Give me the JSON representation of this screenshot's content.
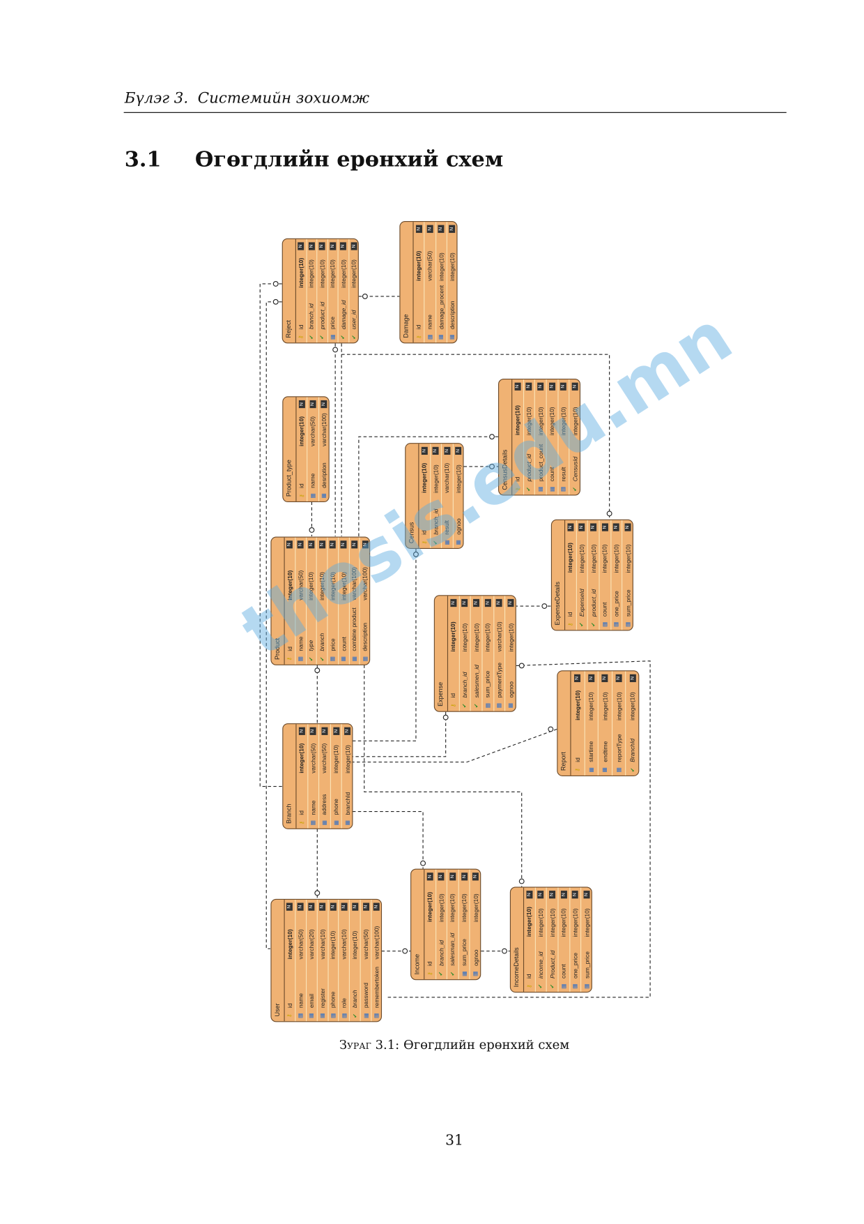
{
  "header": {
    "chapter": "Бүлэг 3.",
    "title": "Системийн зохиомж"
  },
  "section": {
    "number": "3.1",
    "title": "Өгөгдлийн ерөнхий схем"
  },
  "figure": {
    "label": "Зураг 3.1:",
    "caption": "Өгөгдлийн ерөнхий схем"
  },
  "page_number": "31",
  "watermark": "thesis.edu.mn",
  "diagram": {
    "tables": [
      {
        "name": "Reject",
        "cols": [
          [
            "id",
            "integer(10)",
            "pk"
          ],
          [
            "branch_id",
            "integer(10)",
            "fk"
          ],
          [
            "product_id",
            "integer(10)",
            "fk"
          ],
          [
            "price",
            "integer(10)",
            "col"
          ],
          [
            "damage_id",
            "integer(10)",
            "fk"
          ],
          [
            "user_id",
            "integer(10)",
            "fk"
          ]
        ]
      },
      {
        "name": "Damage",
        "cols": [
          [
            "id",
            "integer(10)",
            "pk"
          ],
          [
            "name",
            "varchar(50)",
            "col"
          ],
          [
            "damage_procent",
            "integer(10)",
            "col"
          ],
          [
            "description",
            "integer(10)",
            "col"
          ]
        ]
      },
      {
        "name": "Product_type",
        "cols": [
          [
            "id",
            "integer(10)",
            "pk"
          ],
          [
            "name",
            "varchar(50)",
            "col"
          ],
          [
            "desription",
            "varchar(100)",
            "col"
          ]
        ]
      },
      {
        "name": "Product",
        "cols": [
          [
            "id",
            "integer(10)",
            "pk"
          ],
          [
            "name",
            "varchar(50)",
            "col"
          ],
          [
            "type",
            "integer(10)",
            "fk"
          ],
          [
            "branch",
            "integer(10)",
            "fk"
          ],
          [
            "price",
            "integer(10)",
            "col"
          ],
          [
            "count",
            "integer(10)",
            "col"
          ],
          [
            "combine product",
            "varchar(100)",
            "col"
          ],
          [
            "description",
            "varchar(100)",
            "col"
          ]
        ]
      },
      {
        "name": "Census",
        "cols": [
          [
            "id",
            "integer(10)",
            "pk"
          ],
          [
            "branch_id",
            "integer(10)",
            "fk"
          ],
          [
            "result",
            "varchar(10)",
            "col"
          ],
          [
            "ognoo",
            "integer(10)",
            "col"
          ]
        ]
      },
      {
        "name": "CensusDetails",
        "cols": [
          [
            "id",
            "integer(10)",
            "pk"
          ],
          [
            "product_id",
            "integer(10)",
            "fk"
          ],
          [
            "product_count",
            "integer(10)",
            "col"
          ],
          [
            "count",
            "integer(10)",
            "col"
          ],
          [
            "result",
            "integer(10)",
            "col"
          ],
          [
            "CensusId",
            "integer(10)",
            "fk"
          ]
        ]
      },
      {
        "name": "ExpenseDetails",
        "cols": [
          [
            "id",
            "integer(10)",
            "pk"
          ],
          [
            "ExpenseId",
            "integer(10)",
            "fk"
          ],
          [
            "product_id",
            "integer(10)",
            "fk"
          ],
          [
            "count",
            "integer(10)",
            "col"
          ],
          [
            "one_price",
            "integer(10)",
            "col"
          ],
          [
            "sum_price",
            "integer(10)",
            "col"
          ]
        ]
      },
      {
        "name": "Expense",
        "cols": [
          [
            "id",
            "integer(10)",
            "pk"
          ],
          [
            "branch_id",
            "integer(10)",
            "fk"
          ],
          [
            "salesmen_id",
            "integer(10)",
            "fk"
          ],
          [
            "sum_price",
            "integer(10)",
            "col"
          ],
          [
            "paymentType",
            "varchar(10)",
            "col"
          ],
          [
            "ognoo",
            "integer(10)",
            "col"
          ]
        ]
      },
      {
        "name": "Report",
        "cols": [
          [
            "id",
            "integer(10)",
            "pk"
          ],
          [
            "startime",
            "integer(10)",
            "col"
          ],
          [
            "endtime",
            "integer(10)",
            "col"
          ],
          [
            "reportType",
            "integer(10)",
            "col"
          ],
          [
            "BranchId",
            "integer(10)",
            "fk"
          ]
        ]
      },
      {
        "name": "Branch",
        "cols": [
          [
            "id",
            "integer(10)",
            "pk"
          ],
          [
            "name",
            "varchar(50)",
            "col"
          ],
          [
            "address",
            "varchar(50)",
            "col"
          ],
          [
            "phone",
            "integer(10)",
            "col"
          ],
          [
            "branchId",
            "integer(10)",
            "col"
          ]
        ]
      },
      {
        "name": "User",
        "cols": [
          [
            "id",
            "integer(10)",
            "pk"
          ],
          [
            "name",
            "varchar(50)",
            "col"
          ],
          [
            "email",
            "varchar(20)",
            "col"
          ],
          [
            "register",
            "varchar(10)",
            "col"
          ],
          [
            "phone",
            "integer(10)",
            "col"
          ],
          [
            "role",
            "varchar(10)",
            "col"
          ],
          [
            "branch",
            "integer(10)",
            "fk"
          ],
          [
            "password",
            "varchar(50)",
            "col"
          ],
          [
            "remembertoken",
            "varchar(100)",
            "col"
          ]
        ]
      },
      {
        "name": "Income",
        "cols": [
          [
            "id",
            "integer(10)",
            "pk"
          ],
          [
            "branch_id",
            "integer(10)",
            "fk"
          ],
          [
            "salesman_id",
            "integer(10)",
            "fk"
          ],
          [
            "sum_price",
            "integer(10)",
            "col"
          ],
          [
            "ognoo",
            "integer(10)",
            "col"
          ]
        ]
      },
      {
        "name": "IncomeDetails",
        "cols": [
          [
            "id",
            "integer(10)",
            "pk"
          ],
          [
            "income_id",
            "integer(10)",
            "fk"
          ],
          [
            "Product_id",
            "integer(10)",
            "fk"
          ],
          [
            "count",
            "integer(10)",
            "col"
          ],
          [
            "one_price",
            "integer(10)",
            "col"
          ],
          [
            "sum_price",
            "integer(10)",
            "col"
          ]
        ]
      }
    ],
    "not_null_marker": "N"
  }
}
